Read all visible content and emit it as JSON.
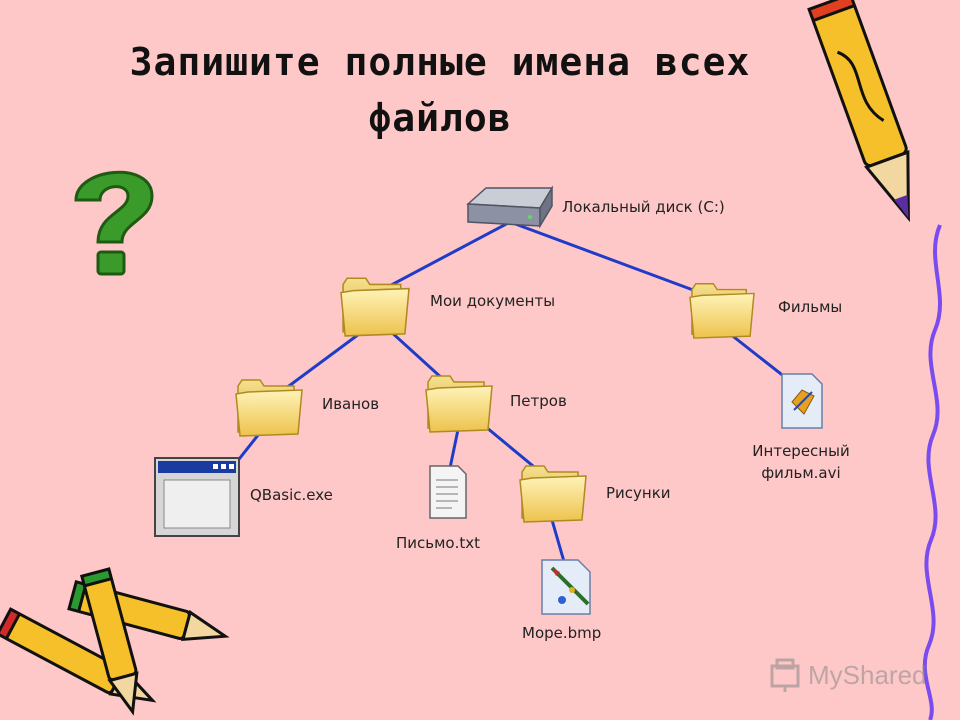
{
  "title": {
    "line1": "Запишите полные имена всех",
    "line2": "файлов"
  },
  "tree": {
    "root": "Локальный диск (C:)",
    "my_docs": "Мои документы",
    "films": "Фильмы",
    "ivanov": "Иванов",
    "petrov": "Петров",
    "qbasic": "QBasic.exe",
    "letter": "Письмо.txt",
    "pictures": "Рисунки",
    "sea": "Море.bmp",
    "movie_line1": "Интересный",
    "movie_line2": "фильм.avi"
  },
  "watermark": {
    "text": "MyShared"
  },
  "colors": {
    "background": "#FFC8C8",
    "connector": "#1E3CC8",
    "folder": "#F6D667",
    "question_mark": "#3A9A2A",
    "wavy_border": "#7A4CF0"
  },
  "icons": [
    "question-mark-icon",
    "pencil-icon",
    "hard-drive-icon",
    "folder-icon",
    "exe-window-icon",
    "text-file-icon",
    "bmp-file-icon",
    "avi-file-icon"
  ]
}
